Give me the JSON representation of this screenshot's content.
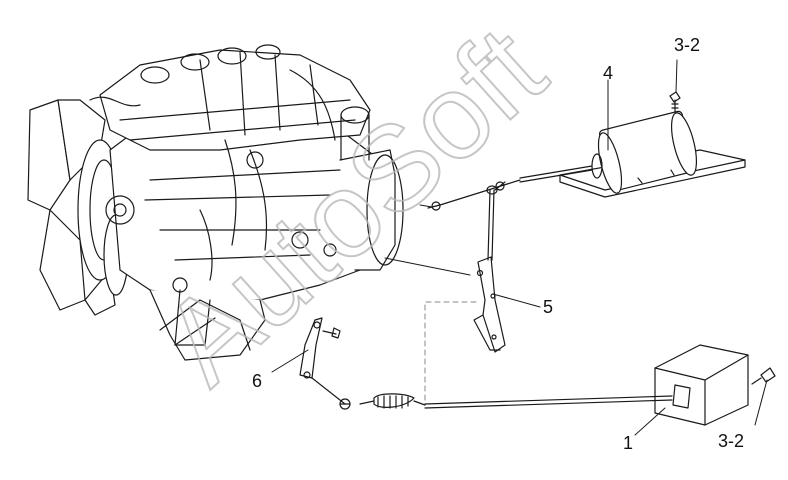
{
  "callouts": {
    "c1": "1",
    "c32_top": "3-2",
    "c32_bottom": "3-2",
    "c4": "4",
    "c5": "5",
    "c6": "6"
  },
  "watermark": {
    "text": "AutoSoft"
  },
  "colors": {
    "line": "#1a1a1a",
    "watermark": "#cccccc"
  }
}
